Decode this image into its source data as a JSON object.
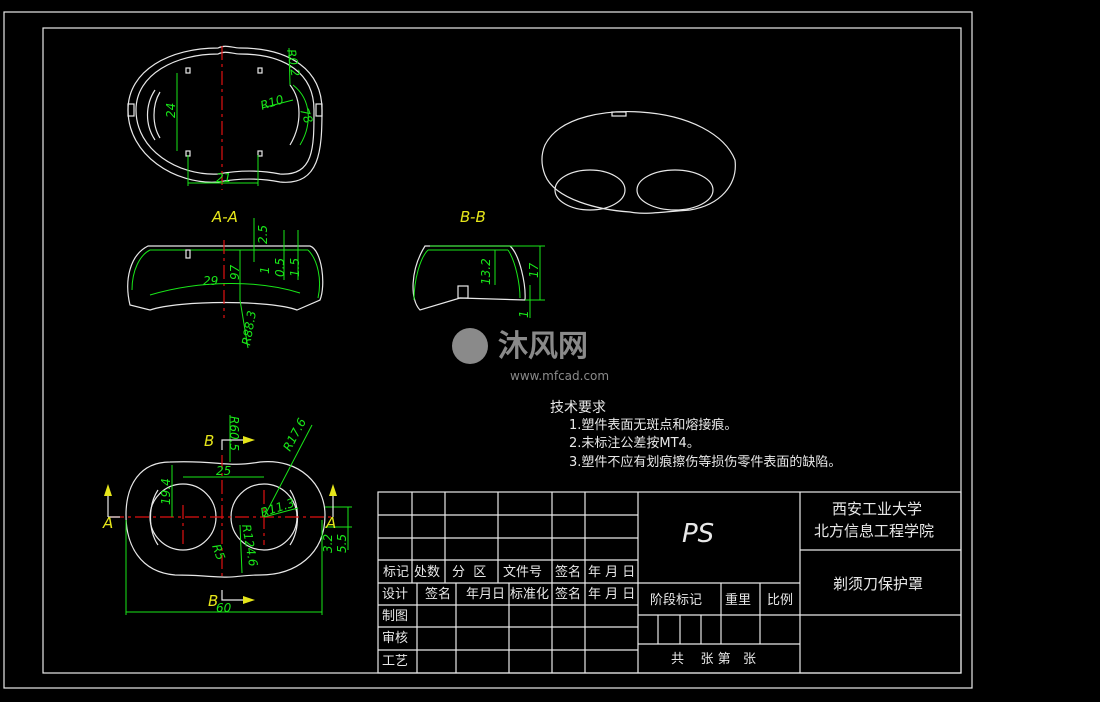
{
  "drawing": {
    "section_labels": {
      "aa": "A-A",
      "bb": "B-B",
      "a": "A",
      "b": "B"
    },
    "top_view_dims": [
      "R0.2",
      "R10",
      "24",
      "21",
      "78"
    ],
    "section_aa_dims": [
      "2.5",
      "1",
      "0.5",
      "1.5",
      "29",
      "97",
      "R88.3"
    ],
    "section_bb_dims": [
      "13.2",
      "17",
      "1"
    ],
    "bottom_view_dims": [
      "R60.5",
      "R17.6",
      "25",
      "19.4",
      "R11.3",
      "R124.6",
      "R5",
      "3.2",
      "5.5",
      "60"
    ]
  },
  "watermark": {
    "brand": "沐风网",
    "url": "www.mfcad.com"
  },
  "tech_requirements": {
    "title": "技术要求",
    "items": [
      "1.塑件表面无斑点和熔接痕。",
      "2.未标注公差按MT4。",
      "3.塑件不应有划痕擦伤等损伤零件表面的缺陷。"
    ]
  },
  "title_block": {
    "material": "PS",
    "school_line1": "西安工业大学",
    "school_line2": "北方信息工程学院",
    "part_name": "剃须刀保护罩",
    "revision_headers": [
      "标记",
      "处数",
      "分  区",
      "文件号",
      "签名",
      "年 月 日"
    ],
    "design_headers": [
      "设计",
      "签名",
      "年月日",
      "标准化",
      "签名",
      "年 月 日"
    ],
    "row_labels": [
      "制图",
      "审核",
      "工艺"
    ],
    "stage_mark": "阶段标记",
    "weight": "重里",
    "scale": "比例",
    "sheets": "共    张 第   张"
  },
  "colors": {
    "background": "#000000",
    "outline": "#e8e8e8",
    "dimension": "#19e619",
    "centerline": "#e01010",
    "section_label": "#e6e61a"
  }
}
